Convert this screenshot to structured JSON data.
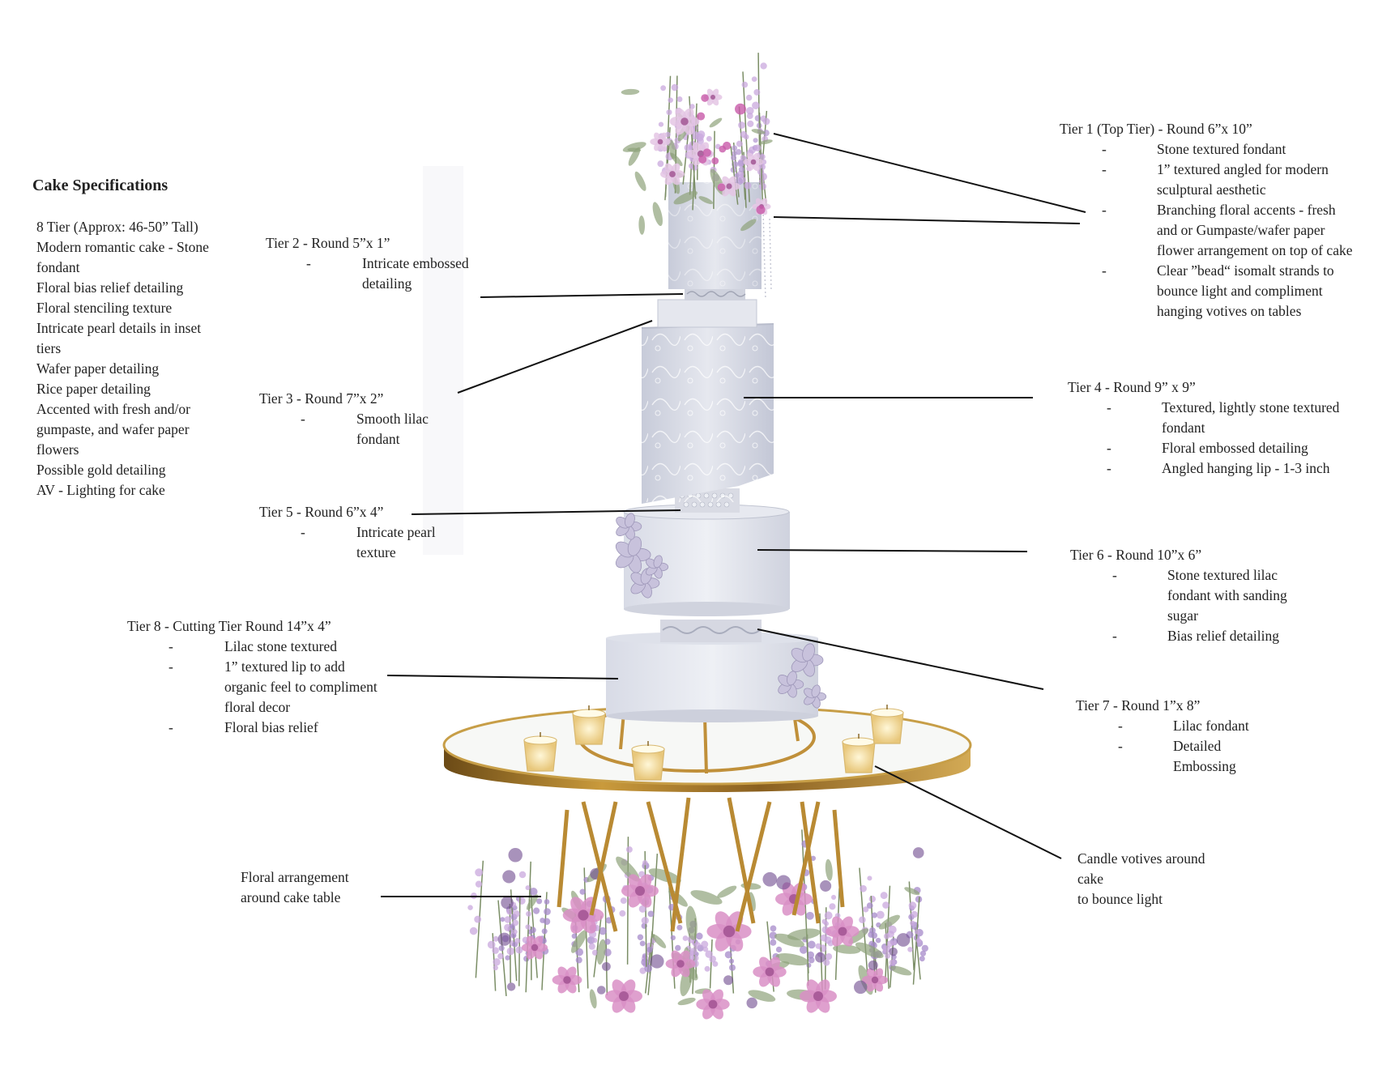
{
  "specs": {
    "title": "Cake Specifications",
    "items": [
      "8 Tier (Approx: 46-50” Tall)",
      "Modern romantic cake - Stone fondant",
      "Floral bias relief detailing",
      "Floral stenciling texture",
      "Intricate pearl details in inset tiers",
      "Wafer paper detailing",
      "Rice paper detailing",
      "Accented with fresh and/or gumpaste, and wafer paper flowers",
      "Possible gold detailing",
      "AV - Lighting for cake"
    ]
  },
  "tiers": {
    "t1": {
      "title": "Tier 1 (Top Tier) - Round  6”x 10”",
      "points": [
        "Stone textured fondant",
        "1” textured angled  for modern sculptural aesthetic",
        "Branching floral accents - fresh and or Gumpaste/wafer paper flower arrangement on top of cake",
        "Clear ”bead“ isomalt strands to bounce light and compliment hanging votives on tables"
      ]
    },
    "t2": {
      "title": "Tier 2 - Round 5”x 1”",
      "points": [
        "Intricate embossed detailing"
      ]
    },
    "t3": {
      "title": "Tier 3 - Round 7”x 2”",
      "points": [
        "Smooth lilac fondant"
      ]
    },
    "t4": {
      "title": "Tier 4 - Round 9” x 9”",
      "points": [
        "Textured, lightly stone textured fondant",
        "Floral embossed detailing",
        "Angled hanging lip - 1-3 inch"
      ]
    },
    "t5": {
      "title": "Tier 5 - Round 6”x 4”",
      "points": [
        "Intricate pearl texture"
      ]
    },
    "t6": {
      "title": "Tier 6 - Round 10”x 6”",
      "points": [
        "Stone textured lilac fondant with sanding sugar",
        "Bias relief detailing"
      ]
    },
    "t7": {
      "title": "Tier 7 - Round 1”x 8”",
      "points": [
        "Lilac fondant",
        "Detailed Embossing"
      ]
    },
    "t8": {
      "title": "Tier 8 - Cutting Tier Round 14”x 4”",
      "points": [
        "Lilac stone textured",
        "1” textured lip to add organic feel to compliment floral decor",
        "Floral bias relief"
      ]
    }
  },
  "floral": {
    "text": "Floral arrangement around cake table"
  },
  "candles": {
    "line1": "Candle votives around cake",
    "line2": "to bounce light"
  },
  "bullet": "-",
  "colors": {
    "lilac": "#c9a8de",
    "pink": "#d98fc6",
    "gold": "#b8862e",
    "fondant": "#e4e6ee",
    "leaf": "#8fa27a"
  }
}
